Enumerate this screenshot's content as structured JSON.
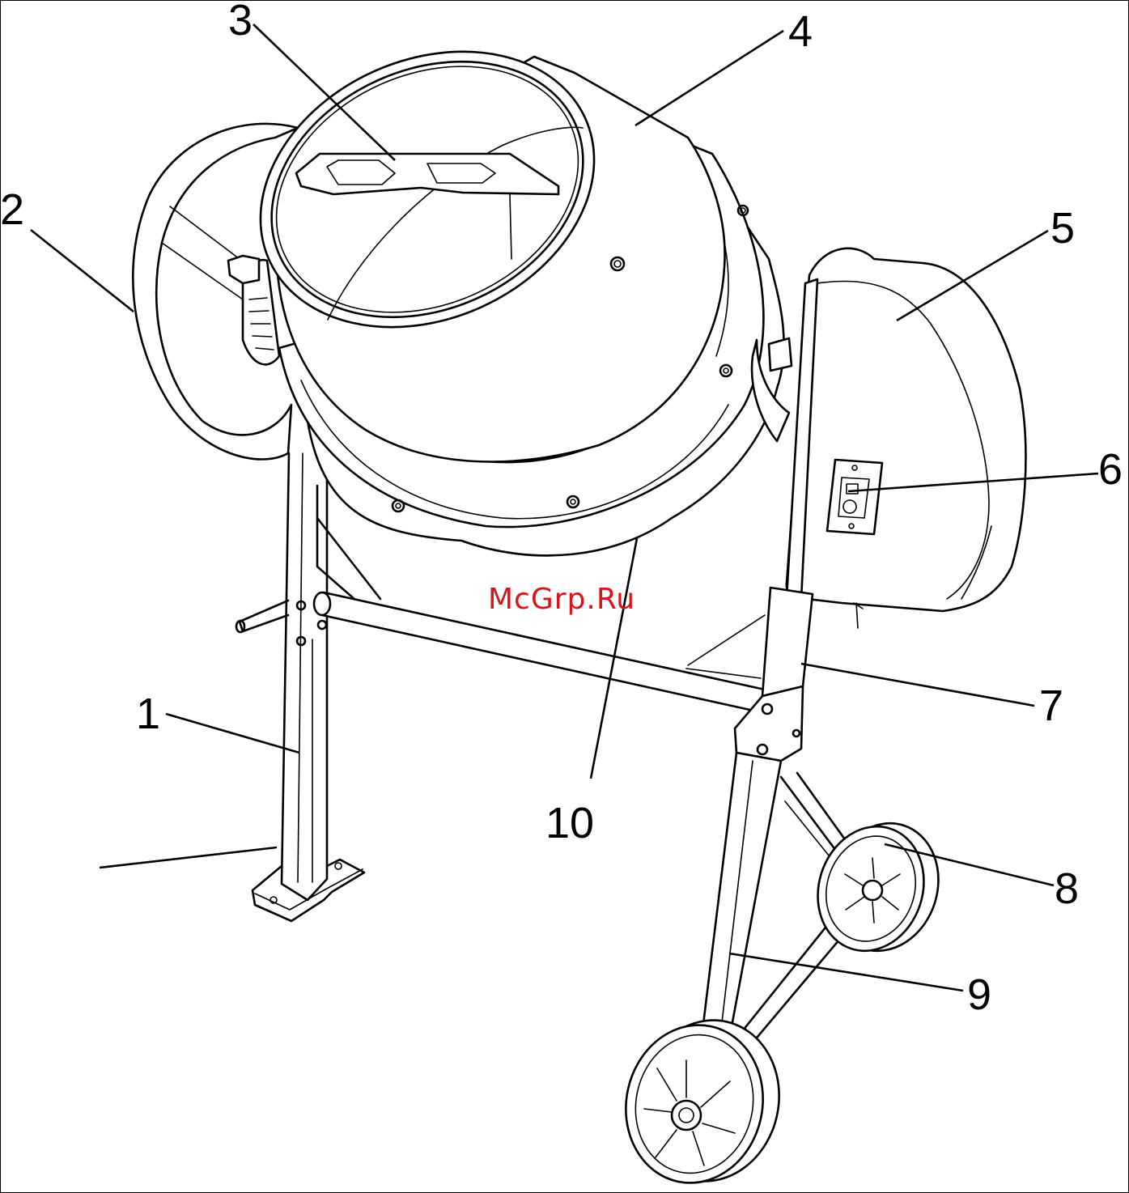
{
  "watermark": "McGrp.Ru",
  "callouts": [
    {
      "id": "1",
      "text": "1"
    },
    {
      "id": "2",
      "text": "2"
    },
    {
      "id": "3",
      "text": "3"
    },
    {
      "id": "4",
      "text": "4"
    },
    {
      "id": "5",
      "text": "5"
    },
    {
      "id": "6",
      "text": "6"
    },
    {
      "id": "7",
      "text": "7"
    },
    {
      "id": "8",
      "text": "8"
    },
    {
      "id": "9",
      "text": "9"
    },
    {
      "id": "10",
      "text": "10"
    }
  ]
}
